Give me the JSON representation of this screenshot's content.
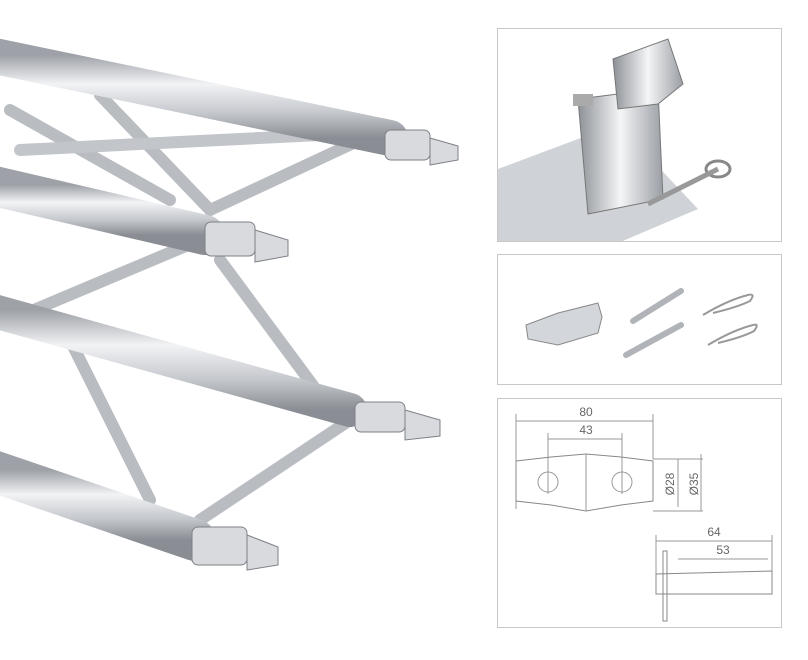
{
  "product": {
    "main_image": "aluminium-square-truss",
    "detail_images": [
      "spigot-connector-closeup",
      "connector-parts-set",
      "technical-drawing"
    ]
  },
  "drawing": {
    "conical_coupler": {
      "length": "80",
      "hole_spacing": "43",
      "inner_diameter": "Ø28",
      "outer_diameter": "Ø35"
    },
    "pin": {
      "total_length": "64",
      "shaft_length": "53"
    }
  },
  "colors": {
    "tube": "#c9ccd0",
    "tube_highlight": "#f2f3f5",
    "tube_shadow": "#8e9298",
    "line": "#888888"
  }
}
